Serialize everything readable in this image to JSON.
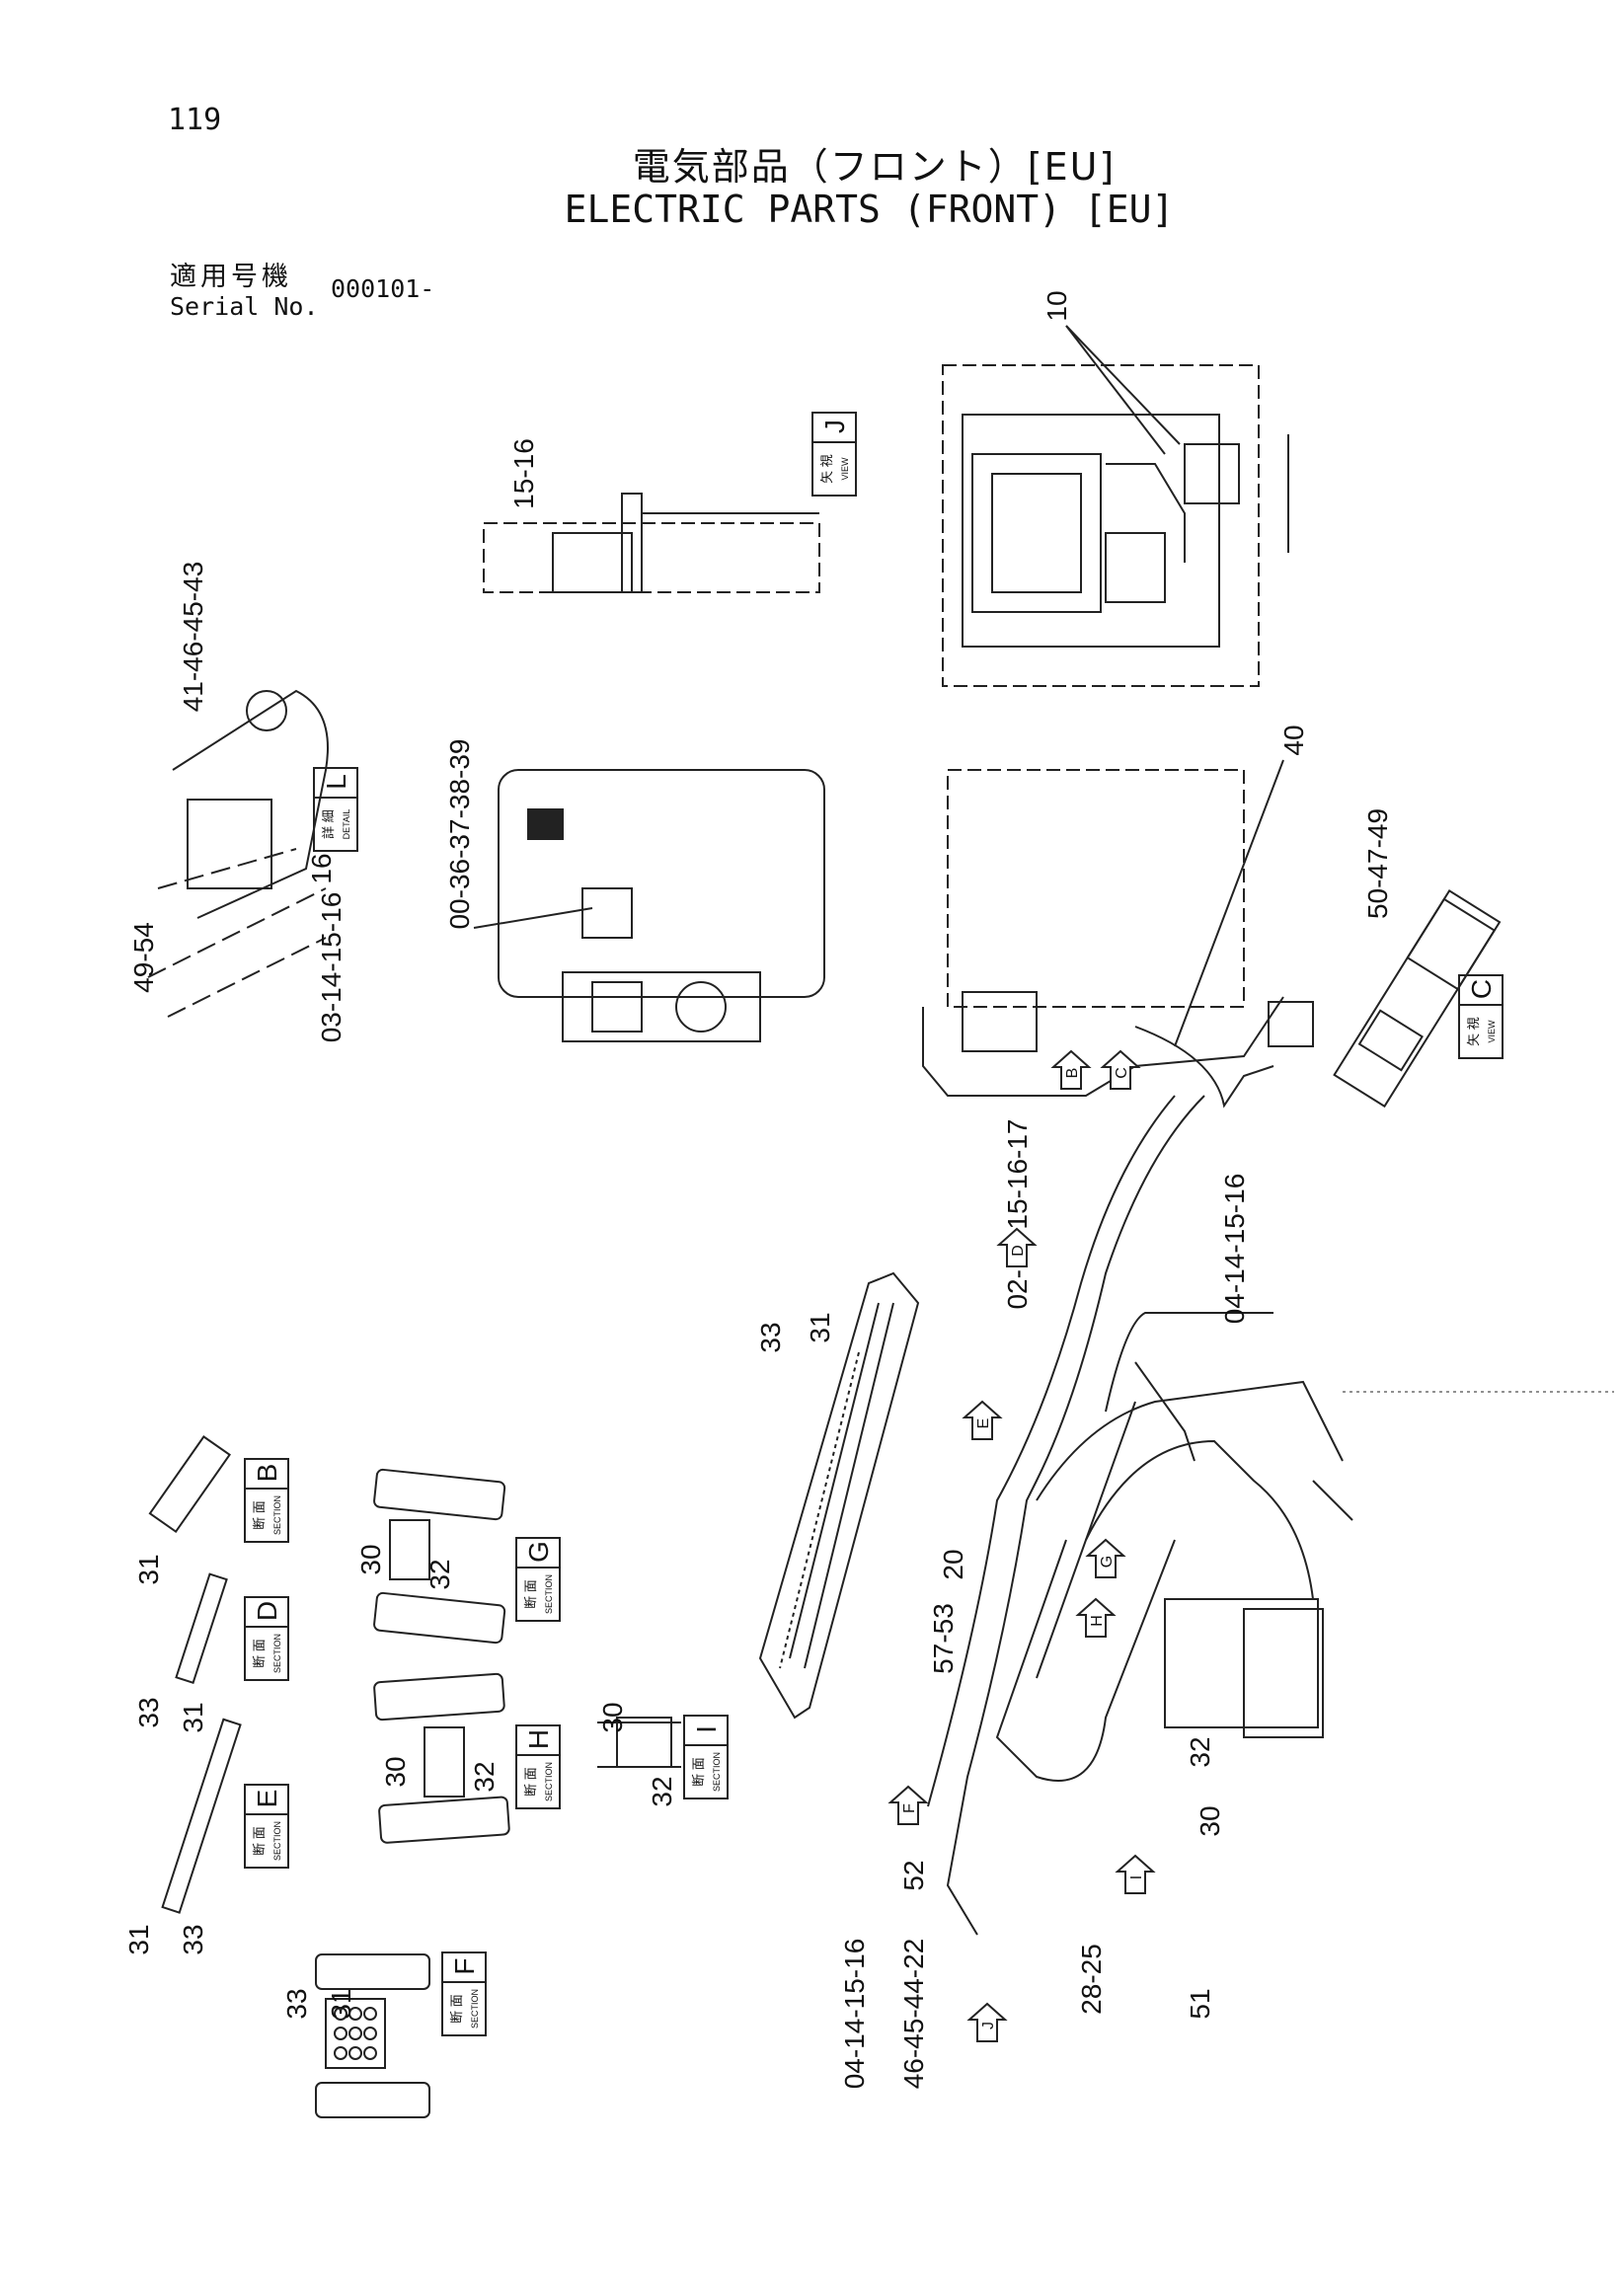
{
  "header": {
    "page_number": "119",
    "title_jp": "電気部品（フロント）[EU]",
    "title_en": "ELECTRIC PARTS (FRONT) [EU]",
    "serial_label_jp": "適用号機",
    "serial_label_en": "Serial No.",
    "serial_value": "000101-"
  },
  "view_boxes": [
    {
      "id": "view-j",
      "kanji": "矢 視",
      "small": "VIEW",
      "letter": "J"
    },
    {
      "id": "detail-l",
      "kanji": "詳 細",
      "small": "DETAIL",
      "letter": "L"
    },
    {
      "id": "view-c",
      "kanji": "矢 視",
      "small": "VIEW",
      "letter": "C"
    },
    {
      "id": "section-b",
      "kanji": "断 面",
      "small": "SECTION",
      "letter": "B"
    },
    {
      "id": "section-d",
      "kanji": "断 面",
      "small": "SECTION",
      "letter": "D"
    },
    {
      "id": "section-e",
      "kanji": "断 面",
      "small": "SECTION",
      "letter": "E"
    },
    {
      "id": "section-f",
      "kanji": "断 面",
      "small": "SECTION",
      "letter": "F"
    },
    {
      "id": "section-g",
      "kanji": "断 面",
      "small": "SECTION",
      "letter": "G"
    },
    {
      "id": "section-h",
      "kanji": "断 面",
      "small": "SECTION",
      "letter": "H"
    },
    {
      "id": "section-i",
      "kanji": "断 面",
      "small": "SECTION",
      "letter": "I"
    }
  ],
  "callouts": [
    "10",
    "15-16",
    "41-46-45-43",
    "00-36-37-38-39",
    "49-54",
    "16",
    "03-14-15-16",
    "40",
    "50-47-49",
    "02-14-15-16-17",
    "04-14-15-16",
    "33",
    "31",
    "20",
    "57-53",
    "31",
    "30",
    "32",
    "33",
    "31",
    "31",
    "33",
    "30",
    "32",
    "30",
    "32",
    "33",
    "31",
    "32",
    "30",
    "52",
    "51",
    "04-14-15-16",
    "46-45-44-22",
    "28-25"
  ],
  "arrow_letters": [
    "B",
    "C",
    "D",
    "E",
    "G",
    "H",
    "F",
    "I",
    "J"
  ]
}
